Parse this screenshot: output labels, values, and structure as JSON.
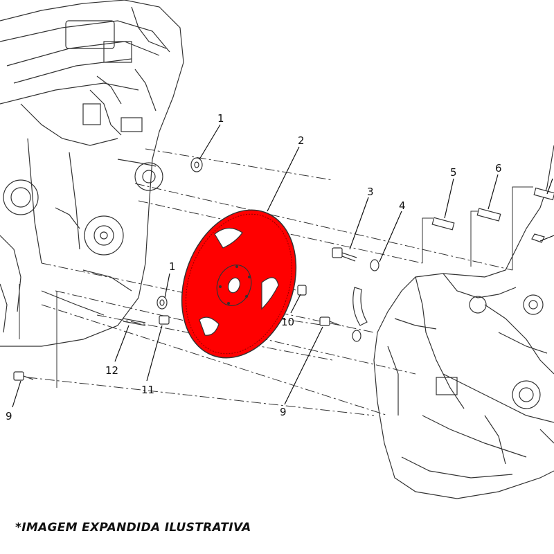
{
  "diagram": {
    "callouts": [
      "1",
      "2",
      "3",
      "4",
      "5",
      "6",
      "1",
      "10",
      "12",
      "11",
      "9",
      "9"
    ],
    "highlight_color": "#ff0000",
    "line_color": "#333333"
  },
  "caption": "*IMAGEM EXPANDIDA ILUSTRATIVA"
}
